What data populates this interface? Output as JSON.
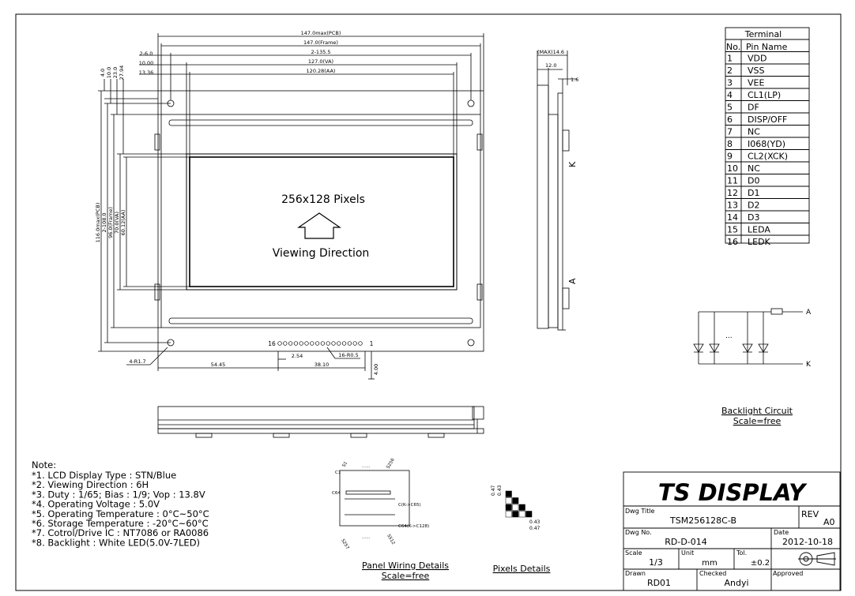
{
  "drawing": {
    "front_view": {
      "pcb_width": "147.0max(PCB)",
      "frame_width": "147.0(Frame)",
      "hole_spacing_w": "2-135.5",
      "va_width": "127.0(VA)",
      "aa_width": "120.28(AA)",
      "hole_dia": "2-6.0",
      "off_10": "10.00",
      "off_1336": "13.36",
      "v_40": "4.0",
      "v_100": "10.0",
      "v_230": "23.0",
      "v_2794": "27.94",
      "pcb_height": "116.0max(PCB)",
      "hole_spacing_h": "2-108.0",
      "frame_height": "96.0(Frame)",
      "va_height": "70.0(VA)",
      "aa_height": "60.12(AA)",
      "screen_text": "256x128 Pixels",
      "viewing_text": "Viewing Direction",
      "hole_r": "4-R1.7",
      "pin_16": "16",
      "pin_1": "1",
      "pitch": "2.54",
      "pin_r": "16-R0.5",
      "d_5445": "54.45",
      "d_3810": "38.10",
      "d_400": "4.00"
    },
    "side_view": {
      "max": "(MAX)14.6",
      "d120": "12.0",
      "d16": "1.6",
      "k": "K",
      "a": "A"
    }
  },
  "terminal": {
    "title": "Terminal",
    "col_no": "No.",
    "col_name": "Pin Name",
    "rows": [
      {
        "no": "1",
        "name": "VDD"
      },
      {
        "no": "2",
        "name": "VSS"
      },
      {
        "no": "3",
        "name": "VEE"
      },
      {
        "no": "4",
        "name": "CL1(LP)"
      },
      {
        "no": "5",
        "name": "DF"
      },
      {
        "no": "6",
        "name": "DISP/OFF"
      },
      {
        "no": "7",
        "name": "NC"
      },
      {
        "no": "8",
        "name": "I068(YD)"
      },
      {
        "no": "9",
        "name": "CL2(XCK)"
      },
      {
        "no": "10",
        "name": "NC"
      },
      {
        "no": "11",
        "name": "D0"
      },
      {
        "no": "12",
        "name": "D1"
      },
      {
        "no": "13",
        "name": "D2"
      },
      {
        "no": "14",
        "name": "D3"
      },
      {
        "no": "15",
        "name": "LEDA"
      },
      {
        "no": "16",
        "name": "LEDK"
      }
    ]
  },
  "backlight": {
    "a": "A",
    "k": "K",
    "dots": "...",
    "title": "Backlight Circuit",
    "scale": "Scale=free"
  },
  "notes": {
    "heading": "Note:",
    "items": [
      {
        "label": "*1. LCD Display Type : ",
        "value": "STN/Blue"
      },
      {
        "label": "*2. Viewing Direction : 6H",
        "value": ""
      },
      {
        "label": "*3. Duty : 1/65; Bias : 1/9; Vop : 13.8V",
        "value": ""
      },
      {
        "label": "*4. Operating Voltage : 5.0V",
        "value": ""
      },
      {
        "label": "*5. Operating Temperature : 0°C~50°C",
        "value": ""
      },
      {
        "label": "*6. Storage Temperature : -20°C~60°C",
        "value": ""
      },
      {
        "label": "*7. Cotrol/Drive IC : NT7086 or RA0086",
        "value": ""
      },
      {
        "label": "*8. Backlight : White LED(5.0V-7LED)",
        "value": ""
      }
    ]
  },
  "panel_wiring": {
    "s1": "S1",
    "s256": "S256",
    "c1": "C1",
    "c64": "C64",
    "c_to_c65": "C(K->C65)",
    "c64_c128": "C64(K->C128)",
    "s257": "S257",
    "s512": "S512",
    "dots": "......",
    "title": "Panel Wiring Details",
    "scale": "Scale=free"
  },
  "pixels": {
    "d047a": "0.47",
    "d043a": "0.43",
    "d043b": "0.43",
    "d047b": "0.47",
    "title": "Pixels Details"
  },
  "title_block": {
    "company": "TS DISPLAY",
    "dwg_title_label": "Dwg Title",
    "dwg_title": "TSM256128C-B",
    "rev_label": "REV",
    "rev": "A0",
    "dwg_no_label": "Dwg No.",
    "dwg_no": "RD-D-014",
    "date_label": "Date",
    "date": "2012-10-18",
    "scale_label": "Scale",
    "scale": "1/3",
    "unit_label": "Unit",
    "unit": "mm",
    "tol_label": "Tol.",
    "tol": "±0.2",
    "drawn_label": "Drawn",
    "drawn": "RD01",
    "checked_label": "Checked",
    "checked": "Andyi",
    "approved_label": "Approved",
    "approved": ""
  }
}
